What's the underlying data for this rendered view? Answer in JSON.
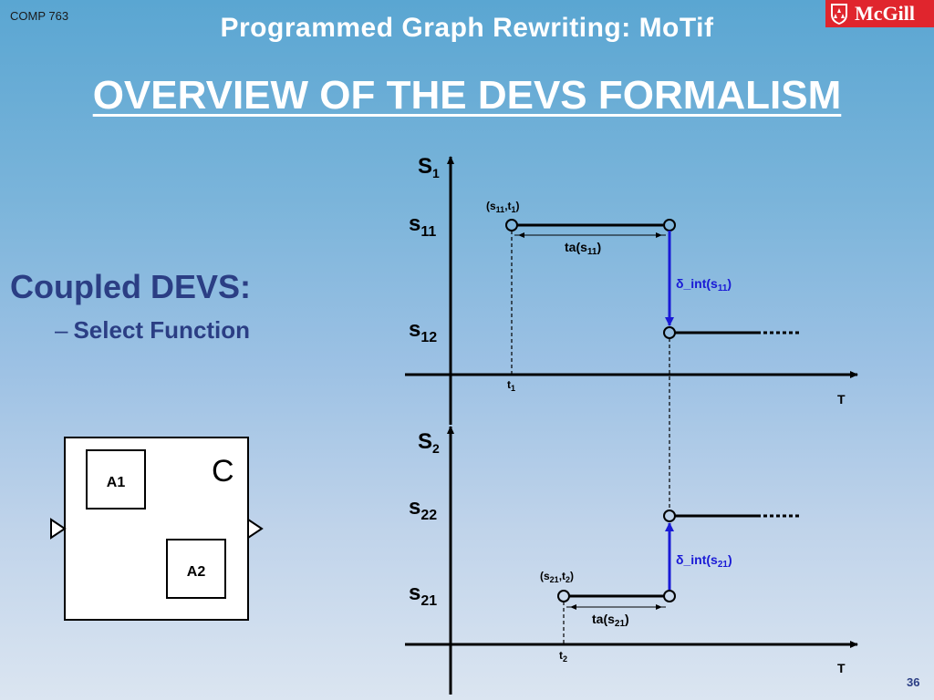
{
  "header": {
    "course": "COMP 763",
    "title": "Programmed Graph Rewriting: MoTif",
    "logo_text": "McGill"
  },
  "slide": {
    "title": "OVERVIEW OF THE DEVS FORMALISM",
    "bullet_main": "Coupled DEVS:",
    "bullet_sub_dash": "–",
    "bullet_sub": "Select Function",
    "page_number": "36"
  },
  "block_diagram": {
    "outer_label": "C",
    "inner1_label": "A1",
    "inner2_label": "A2"
  },
  "timing": {
    "top": {
      "axis_label": "S",
      "axis_sub": "1",
      "state_high": "s",
      "state_high_sub": "11",
      "state_low": "s",
      "state_low_sub": "12",
      "point_label": "(s",
      "point_sub": "11",
      "point_mid": ",t",
      "point_sub2": "1",
      "point_end": ")",
      "ta_label": "ta(s",
      "ta_sub": "11",
      "ta_end": ")",
      "delta_label": "δ_int(s",
      "delta_sub": "11",
      "delta_end": ")",
      "time_tick": "t",
      "time_tick_sub": "1",
      "time_axis": "T"
    },
    "bottom": {
      "axis_label": "S",
      "axis_sub": "2",
      "state_high": "s",
      "state_high_sub": "22",
      "state_low": "s",
      "state_low_sub": "21",
      "point_label": "(s",
      "point_sub": "21",
      "point_mid": ",t",
      "point_sub2": "2",
      "point_end": ")",
      "ta_label": "ta(s",
      "ta_sub": "21",
      "ta_end": ")",
      "delta_label": "δ_int(s",
      "delta_sub": "21",
      "delta_end": ")",
      "time_tick": "t",
      "time_tick_sub": "2",
      "time_axis": "T"
    }
  },
  "colors": {
    "title_text": "#ffffff",
    "bullet_text": "#2b3e84",
    "delta_blue": "#1a1ad6",
    "logo_red": "#e0252d"
  }
}
